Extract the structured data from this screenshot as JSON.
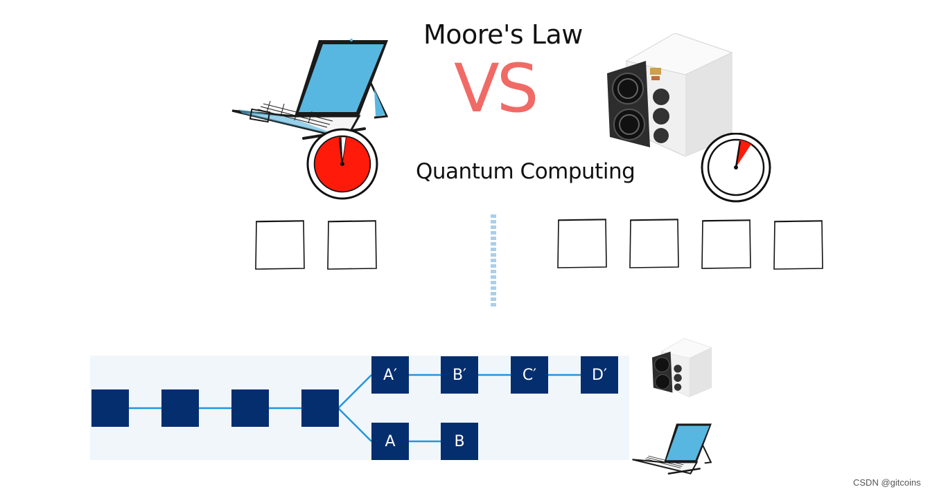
{
  "header": {
    "title_top": "Moore's Law",
    "vs_label": "VS",
    "title_bottom": "Quantum Computing"
  },
  "illustrations": {
    "laptop_icon": "laptop-icon",
    "miner_icon": "asic-miner-icon",
    "timer_icon": "stopwatch-icon"
  },
  "stopwatches": {
    "laptop_timer_fill_fraction": 0.97,
    "miner_timer_fill_fraction": 0.07,
    "timer_fill_color": "#ff1a0a"
  },
  "divider_color": "#a9cfeb",
  "chain": {
    "node_color": "#052e6f",
    "link_color": "#1f95e0",
    "background_color": "#f1f6fa",
    "main_nodes": [
      "",
      "",
      "",
      ""
    ],
    "fork_upper": [
      "A′",
      "B′",
      "C′",
      "D′"
    ],
    "fork_lower": [
      "A",
      "B"
    ]
  },
  "watermark": "CSDN @gitcoins"
}
